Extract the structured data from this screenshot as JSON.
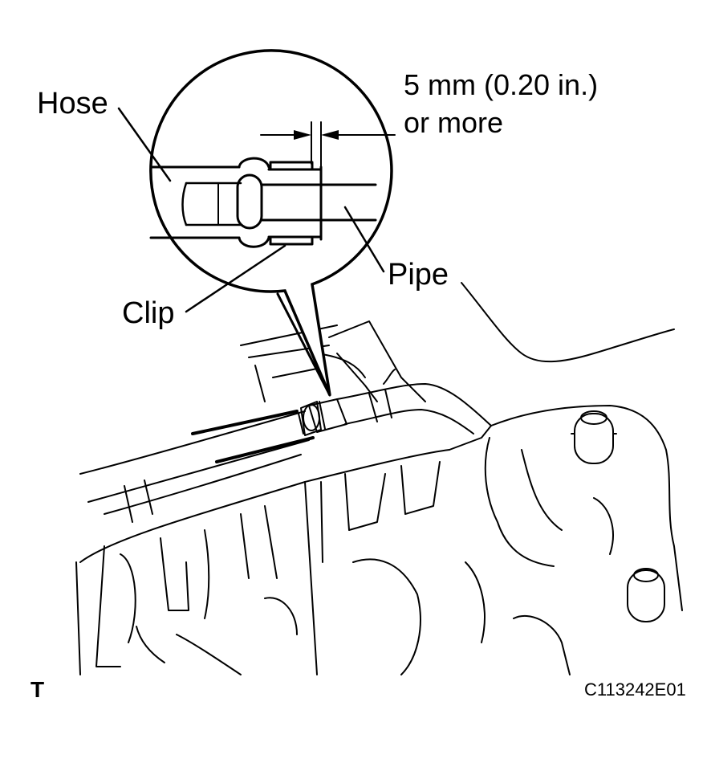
{
  "labels": {
    "hose": "Hose",
    "pipe": "Pipe",
    "clip": "Clip",
    "dimension_line1": "5 mm (0.20 in.)",
    "dimension_line2": "or more"
  },
  "footer": {
    "mark": "T",
    "figure_code": "C113242E01"
  }
}
